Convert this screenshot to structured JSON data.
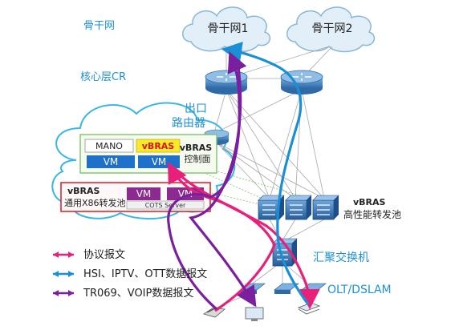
{
  "layers": {
    "backbone": "骨干网",
    "core": "核心层CR"
  },
  "clouds": {
    "backbone1": "骨干网1",
    "backbone2": "骨干网2"
  },
  "egress_router": {
    "line1": "出口",
    "line2": "路由器"
  },
  "control_plane": {
    "mano": "MANO",
    "vbras": "vBRAS",
    "vm1": "VM",
    "vm2": "VM",
    "label_line1": "vBRAS",
    "label_line2": "控制面"
  },
  "x86_pool": {
    "label_line1": "vBRAS",
    "label_line2": "通用X86转发池",
    "vm1": "VM",
    "vm2": "VM",
    "server": "COTS Server"
  },
  "hp_pool": {
    "line1": "vBRAS",
    "line2": "高性能转发池"
  },
  "aggregation_switch": "汇聚交换机",
  "olt": "OLT/DSLAM",
  "legend": [
    {
      "label": "协议报文",
      "color": "#e8207a"
    },
    {
      "label": "HSI、IPTV、OTT数据报文",
      "color": "#1a8fd6"
    },
    {
      "label": "TR069、VOIP数据报文",
      "color": "#7a1f9e"
    }
  ],
  "colors": {
    "label_blue": "#1f8fd6",
    "cloud_fill": "#e2eff8",
    "cloud_stroke": "#88b8d8",
    "device": "#4a82c0",
    "vm_blue": "#1f70c8",
    "vm_purple": "#8c2a90",
    "vbras_yellow": "#f8ea2a"
  }
}
